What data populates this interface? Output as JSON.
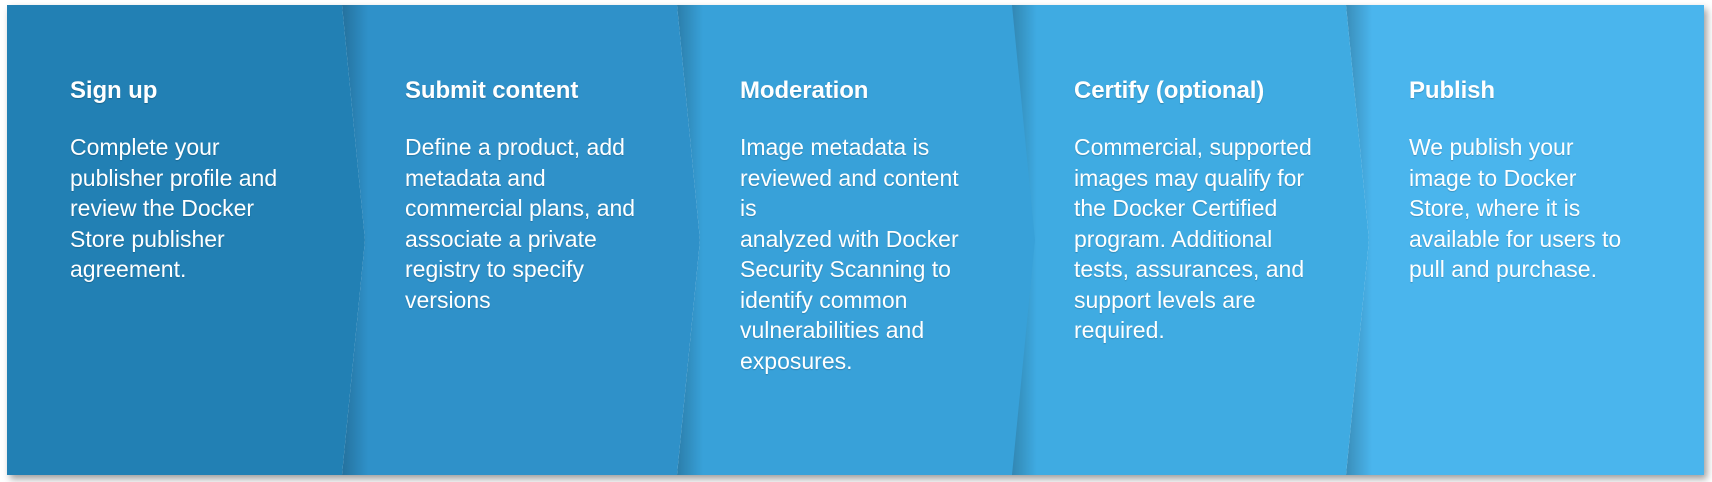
{
  "graphic": {
    "kind": "chevron-process-diagram",
    "step_count": 5,
    "background_color": "#ffffff",
    "frame_color": "#fdfdfd",
    "text_color": "#ffffff"
  },
  "steps": [
    {
      "id": "sign-up",
      "title": "Sign up",
      "body": "Complete your\npublisher profile and\nreview the Docker\nStore publisher\nagreement.",
      "color": "#2280b4"
    },
    {
      "id": "submit-content",
      "title": "Submit content",
      "body": "Define a product, add\nmetadata and\ncommercial plans, and\nassociate a private\nregistry to specify\nversions",
      "color": "#2f91c9"
    },
    {
      "id": "moderation",
      "title": "Moderation",
      "body": "Image metadata is\nreviewed and content is\nanalyzed with Docker\nSecurity Scanning to\nidentify common\nvulnerabilities and\nexposures.",
      "color": "#38a1d9"
    },
    {
      "id": "certify-optional",
      "title": "Certify (optional)",
      "body": "Commercial, supported\nimages may qualify for\nthe Docker Certified\nprogram.  Additional\ntests, assurances, and\nsupport levels are\nrequired.",
      "color": "#3fabe2"
    },
    {
      "id": "publish",
      "title": "Publish",
      "body": "We publish your\nimage to Docker\nStore, where it is\navailable for users to\npull and purchase.",
      "color": "#4ab5ed"
    }
  ]
}
